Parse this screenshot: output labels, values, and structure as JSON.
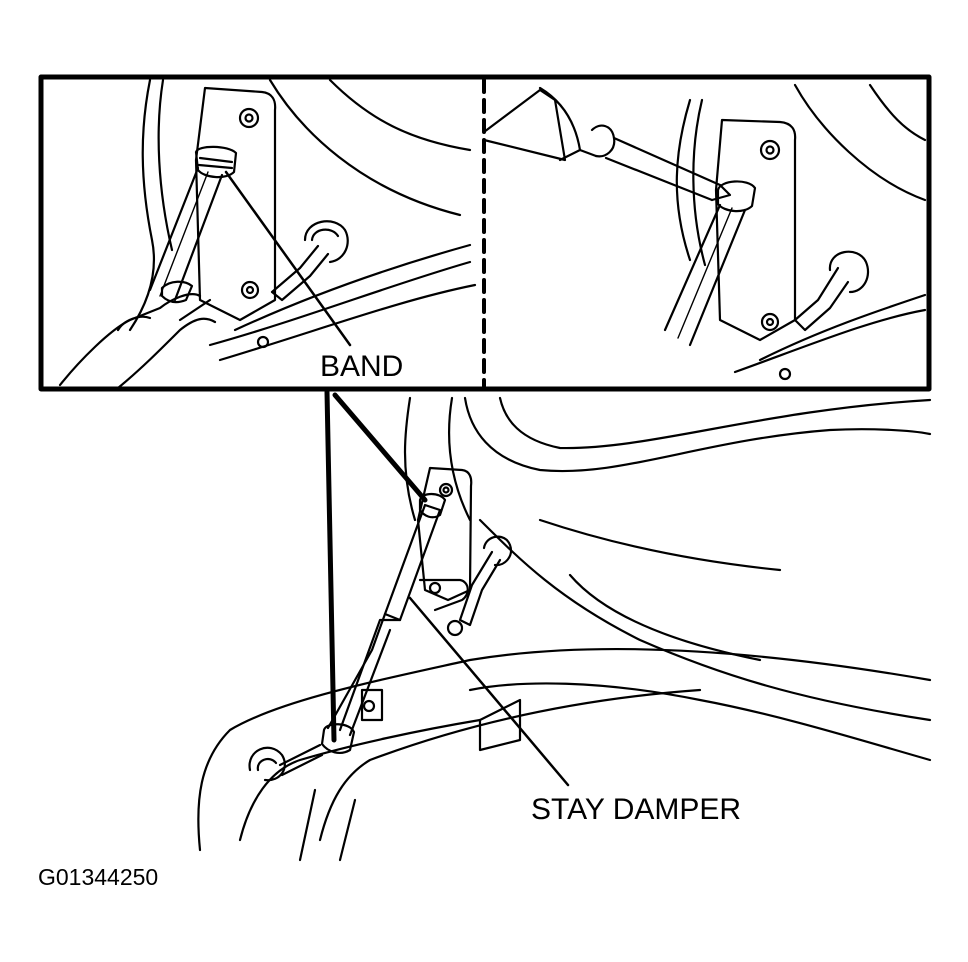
{
  "labels": {
    "band": "BAND",
    "stay_damper": "STAY DAMPER",
    "figure_code": "G01344250"
  },
  "colors": {
    "ink": "#000000",
    "paper": "#ffffff"
  },
  "icons": {
    "screwdriver": "screwdriver-icon",
    "hand": "hand-icon"
  }
}
